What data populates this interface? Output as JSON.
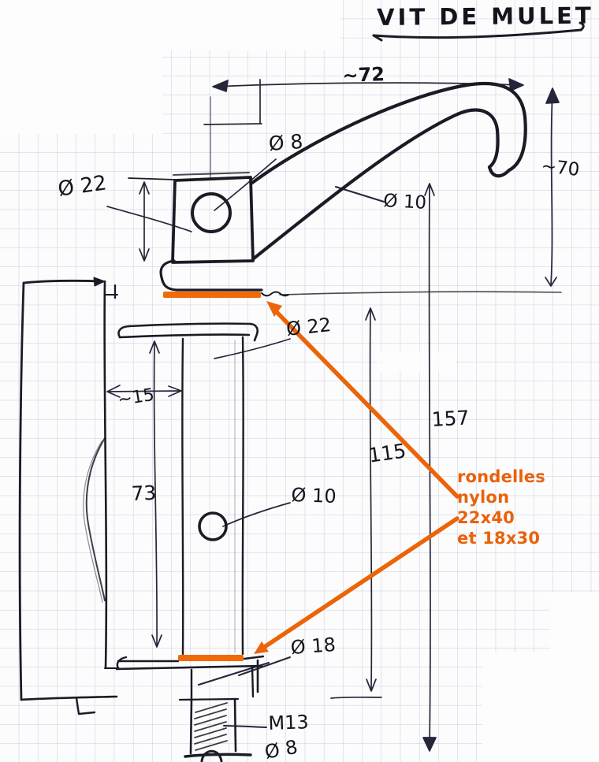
{
  "page": {
    "title": "VIT DE MULET"
  },
  "dimensions": {
    "width_top": "~72",
    "height_right": "~70",
    "hole_top": "Ø 8",
    "boss_top": "Ø 22",
    "tube": "Ø 10",
    "cylinder": "Ø 22",
    "offset": "~15",
    "body_height": "73",
    "height_inner": "115",
    "height_total": "157",
    "hole_mid": "Ø 10",
    "neck": "Ø 18",
    "thread": "M13",
    "hole_bottom": "Ø 8"
  },
  "note": {
    "line1": "rondelles nylon",
    "line2": "22x40",
    "line3": "et 18x30"
  },
  "colors": {
    "ink": "#1b1b26",
    "grid_line": "#98a1d0",
    "highlight_orange": "#eb6408",
    "paper": "#fcfcfd"
  }
}
